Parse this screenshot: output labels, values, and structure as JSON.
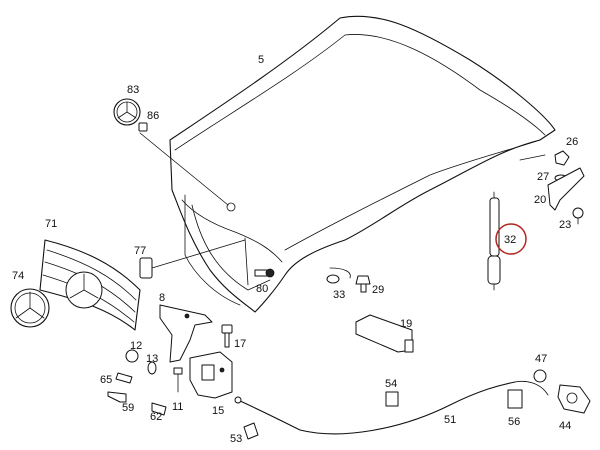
{
  "diagram": {
    "callouts": [
      {
        "id": "c5",
        "text": "5"
      },
      {
        "id": "c83",
        "text": "83"
      },
      {
        "id": "c86",
        "text": "86"
      },
      {
        "id": "c26",
        "text": "26"
      },
      {
        "id": "c27",
        "text": "27"
      },
      {
        "id": "c20",
        "text": "20"
      },
      {
        "id": "c23",
        "text": "23"
      },
      {
        "id": "c32",
        "text": "32"
      },
      {
        "id": "c71",
        "text": "71"
      },
      {
        "id": "c77",
        "text": "77"
      },
      {
        "id": "c74",
        "text": "74"
      },
      {
        "id": "c80",
        "text": "80"
      },
      {
        "id": "c33",
        "text": "33"
      },
      {
        "id": "c29",
        "text": "29"
      },
      {
        "id": "c8",
        "text": "8"
      },
      {
        "id": "c19",
        "text": "19"
      },
      {
        "id": "c17",
        "text": "17"
      },
      {
        "id": "c12",
        "text": "12"
      },
      {
        "id": "c13",
        "text": "13"
      },
      {
        "id": "c65",
        "text": "65"
      },
      {
        "id": "c59",
        "text": "59"
      },
      {
        "id": "c11",
        "text": "11"
      },
      {
        "id": "c62",
        "text": "62"
      },
      {
        "id": "c15",
        "text": "15"
      },
      {
        "id": "c54",
        "text": "54"
      },
      {
        "id": "c47",
        "text": "47"
      },
      {
        "id": "c51",
        "text": "51"
      },
      {
        "id": "c56",
        "text": "56"
      },
      {
        "id": "c44",
        "text": "44"
      },
      {
        "id": "c53",
        "text": "53"
      }
    ],
    "highlighted_part": "32",
    "highlight_color": "#b3261e"
  }
}
